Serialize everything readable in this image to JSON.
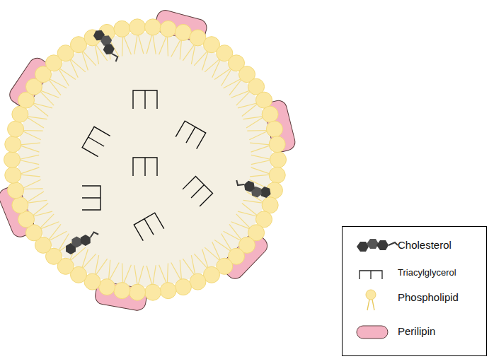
{
  "diagram": {
    "legend": [
      {
        "text": "Cholesterol"
      },
      {
        "text": "Triacylglycerol"
      },
      {
        "text": "Phospholipid"
      },
      {
        "text": "Perilipin"
      }
    ]
  }
}
